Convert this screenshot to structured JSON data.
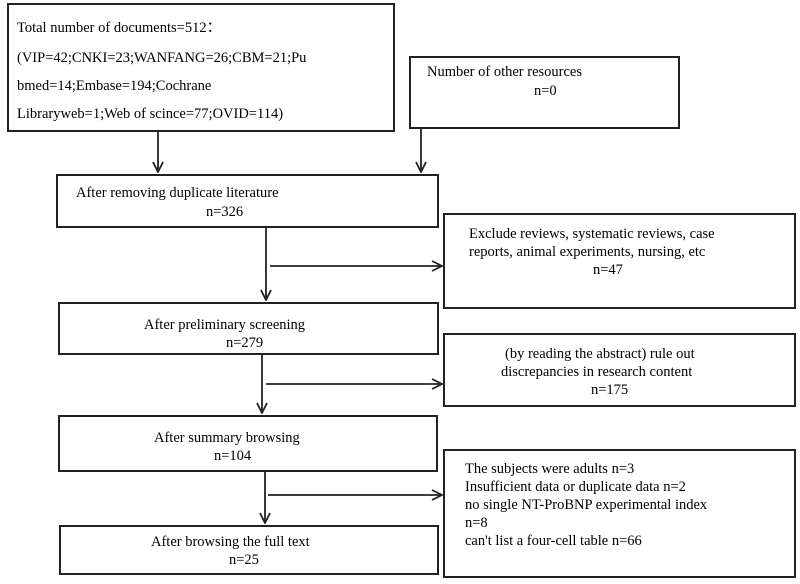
{
  "boxes": {
    "total": {
      "line1": "Total number of documents=512：",
      "line2": "(VIP=42;CNKI=23;WANFANG=26;CBM=21;Pu",
      "line3": "bmed=14;Embase=194;Cochrane",
      "line4": "Libraryweb=1;Web of scince=77;OVID=114)"
    },
    "other": {
      "line1": "Number of other resources",
      "line2": "n=0"
    },
    "dedup": {
      "line1": "After removing duplicate literature",
      "line2": "n=326"
    },
    "exclude1": {
      "line1": "Exclude reviews, systematic reviews, case",
      "line2": "reports, animal experiments, nursing, etc",
      "line3": "n=47"
    },
    "prelim": {
      "line1": "After preliminary screening",
      "line2": "n=279"
    },
    "exclude2": {
      "line1": "(by reading the abstract) rule out",
      "line2": "discrepancies in research content",
      "line3": "n=175"
    },
    "summary": {
      "line1": "After summary browsing",
      "line2": "n=104"
    },
    "exclude3": {
      "line1": "The subjects were adults n=3",
      "line2": "Insufficient data or duplicate data n=2",
      "line3": "no single NT-ProBNP experimental index",
      "line4": "n=8",
      "line5": "can't list a four-cell table n=66"
    },
    "fulltext": {
      "line1": "After browsing the full text",
      "line2": "n=25"
    }
  }
}
